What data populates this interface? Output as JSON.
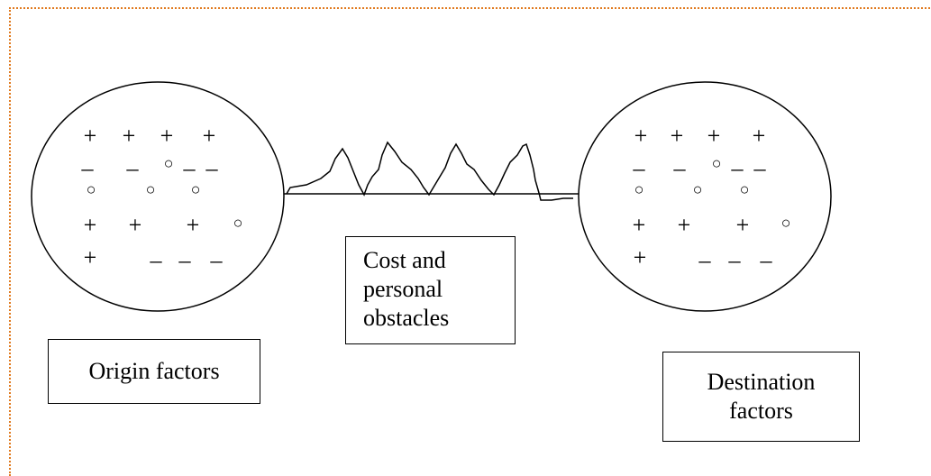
{
  "origin": {
    "rows": [
      [
        "+",
        "+",
        "+",
        "+"
      ],
      [
        "_",
        "_",
        "○",
        "_",
        "_"
      ],
      [
        "○",
        "○",
        "○"
      ],
      [
        "+",
        "+",
        "+",
        "○"
      ],
      [
        "+",
        "_",
        "_",
        "_"
      ]
    ],
    "label": "Origin factors"
  },
  "destination": {
    "rows": [
      [
        "+",
        "+",
        "+",
        "+"
      ],
      [
        "_",
        "_",
        "○",
        "_",
        "_"
      ],
      [
        "○",
        "○",
        "○"
      ],
      [
        "+",
        "+",
        "+",
        "○"
      ],
      [
        "+",
        "_",
        "_",
        "_"
      ]
    ],
    "label_lines": [
      "Destination",
      "factors"
    ]
  },
  "obstacles": {
    "label_lines": [
      "Cost and",
      "personal",
      "obstacles"
    ]
  },
  "colors": {
    "frame_border": "#e07a1f",
    "stroke": "#000000"
  }
}
